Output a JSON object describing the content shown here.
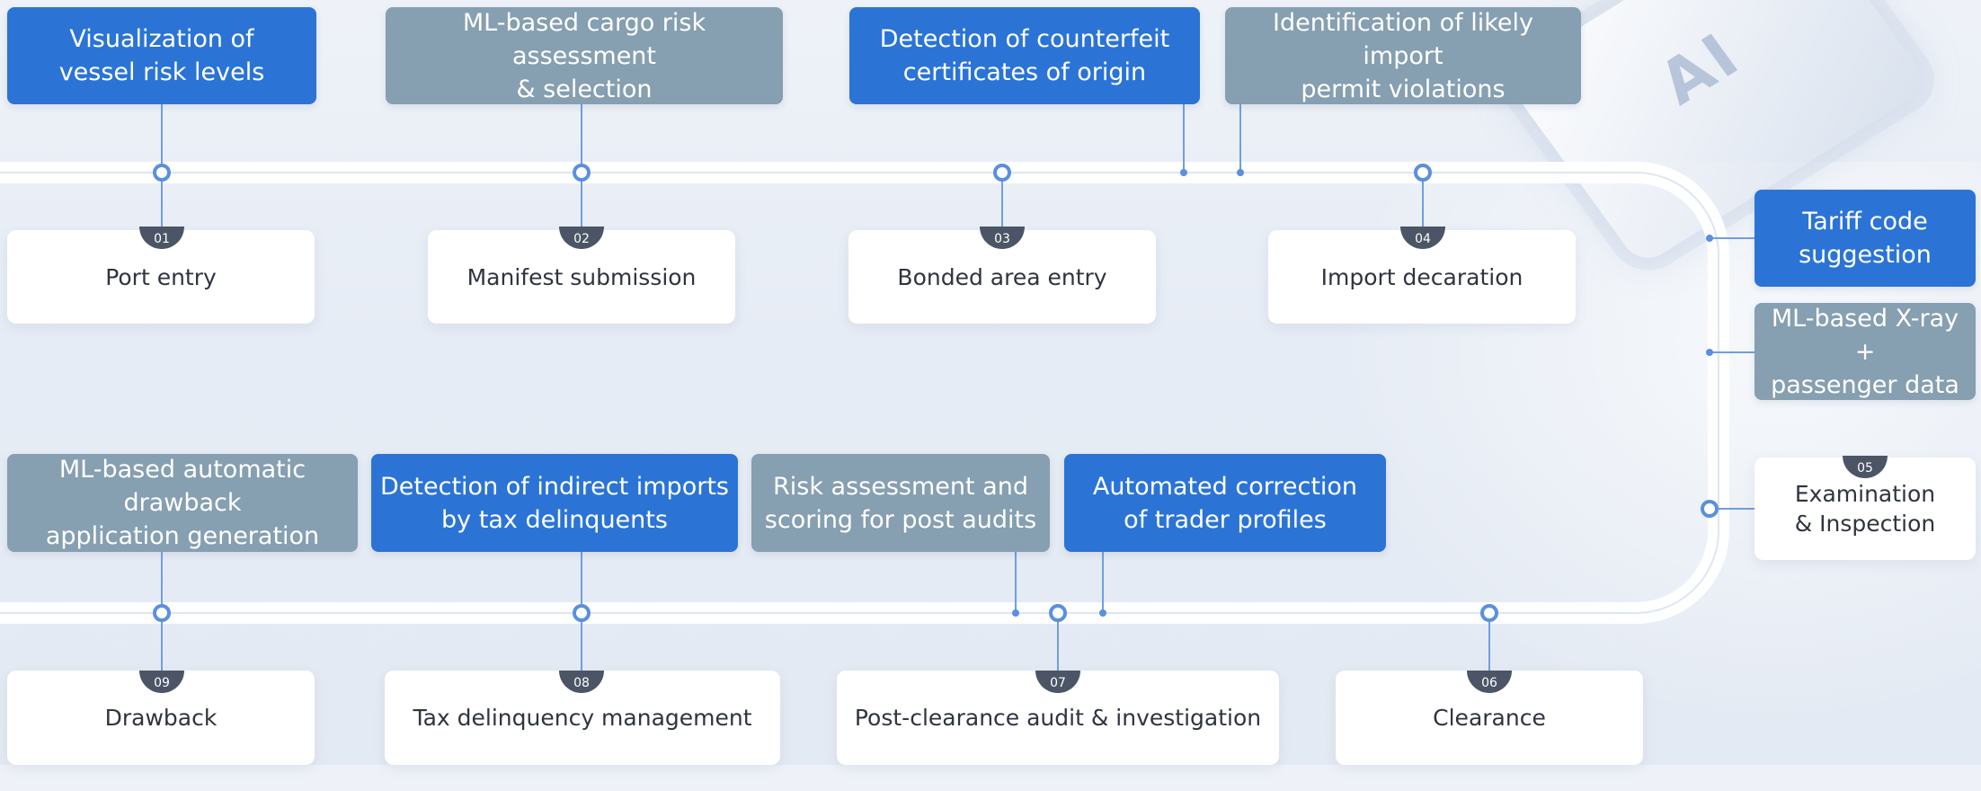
{
  "background": {
    "chip_label": "AI"
  },
  "colors": {
    "blue": "#2b74d6",
    "gray": "#869fb1",
    "track": "#ffffff",
    "node": "#5b8fe0",
    "badge": "#4b5566"
  },
  "ai_functions": {
    "vessel_risk": "Visualization of\nvessel risk levels",
    "cargo_risk": "ML-based cargo risk assessment\n& selection",
    "counterfeit": "Detection of counterfeit\ncertificates of origin",
    "permit": "Identification of likely import\npermit violations",
    "tariff": "Tariff code\nsuggestion",
    "xray": "ML-based X-ray +\npassenger data",
    "drawback_gen": "ML-based automatic drawback\napplication generation",
    "indirect_imports": "Detection of indirect imports\nby tax delinquents",
    "post_audit_scoring": "Risk assessment and\nscoring for post audits",
    "trader_profiles": "Automated correction\nof trader profiles"
  },
  "steps": {
    "s01": {
      "num": "01",
      "label": "Port entry"
    },
    "s02": {
      "num": "02",
      "label": "Manifest submission"
    },
    "s03": {
      "num": "03",
      "label": "Bonded area entry"
    },
    "s04": {
      "num": "04",
      "label": "Import decaration"
    },
    "s05": {
      "num": "05",
      "label": "Examination\n& Inspection"
    },
    "s06": {
      "num": "06",
      "label": "Clearance"
    },
    "s07": {
      "num": "07",
      "label": "Post-clearance audit & investigation"
    },
    "s08": {
      "num": "08",
      "label": "Tax delinquency management"
    },
    "s09": {
      "num": "09",
      "label": "Drawback"
    }
  }
}
